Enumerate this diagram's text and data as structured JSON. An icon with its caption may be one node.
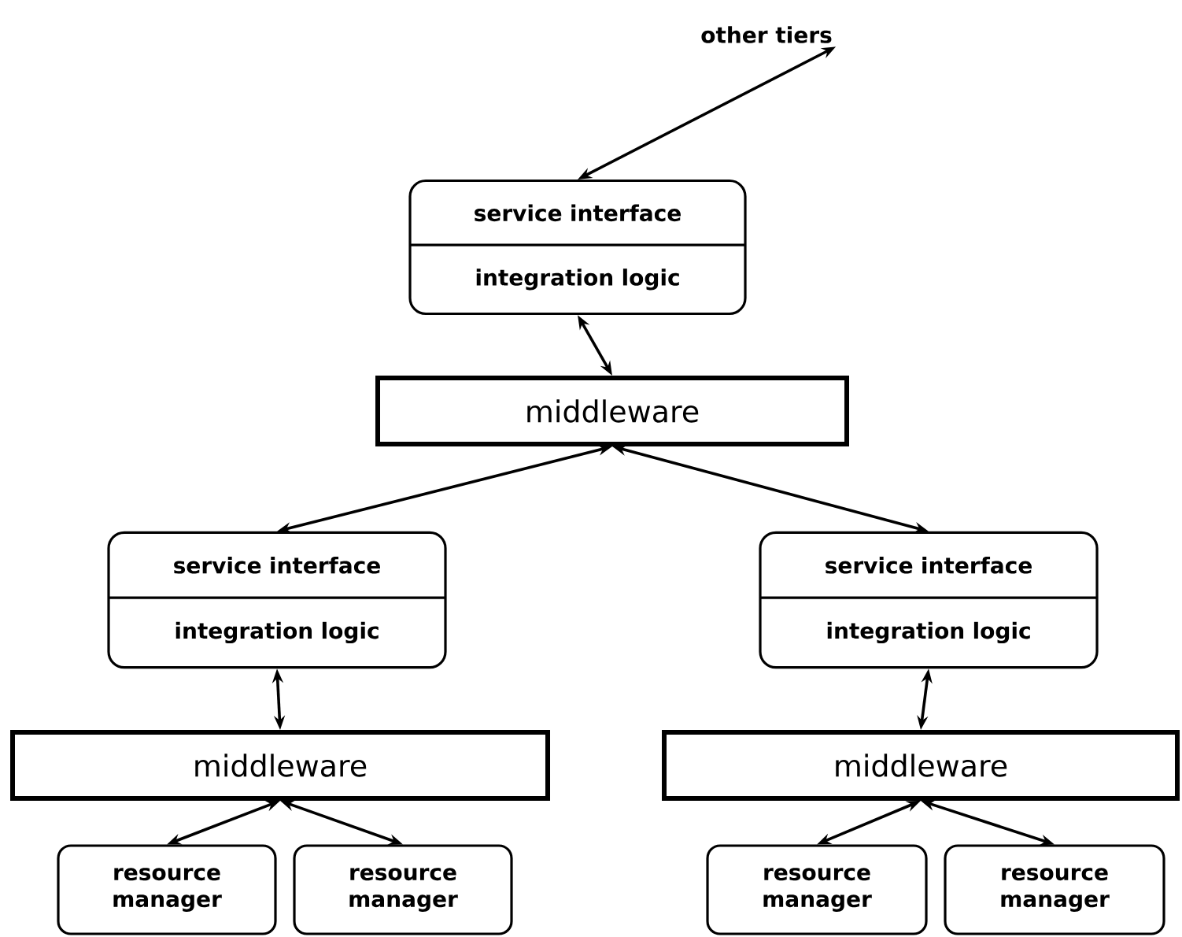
{
  "diagram": {
    "nodes": [
      {
        "text": [
          "other tiers"
        ]
      },
      {
        "text": [
          "service interface",
          "integration logic"
        ]
      },
      {
        "text": [
          "middleware"
        ]
      },
      {
        "text": [
          "service interface",
          "integration logic"
        ]
      },
      {
        "text": [
          "service interface",
          "integration logic"
        ]
      },
      {
        "text": [
          "middleware"
        ]
      },
      {
        "text": [
          "middleware"
        ]
      },
      {
        "text": [
          "resource manager"
        ]
      },
      {
        "text": [
          "resource manager"
        ]
      },
      {
        "text": [
          "resource manager"
        ]
      },
      {
        "text": [
          "resource manager"
        ]
      }
    ],
    "edges": [
      {
        "from": 0,
        "to": 1,
        "arrow": "both"
      },
      {
        "from": 1,
        "to": 2,
        "arrow": "both"
      },
      {
        "from": 2,
        "to": 3,
        "arrow": "both"
      },
      {
        "from": 2,
        "to": 4,
        "arrow": "both"
      },
      {
        "from": 3,
        "to": 5,
        "arrow": "both"
      },
      {
        "from": 4,
        "to": 6,
        "arrow": "both"
      },
      {
        "from": 5,
        "to": 7,
        "arrow": "both"
      },
      {
        "from": 5,
        "to": 8,
        "arrow": "both"
      },
      {
        "from": 6,
        "to": 9,
        "arrow": "both"
      },
      {
        "from": 6,
        "to": 10,
        "arrow": "both"
      }
    ]
  }
}
